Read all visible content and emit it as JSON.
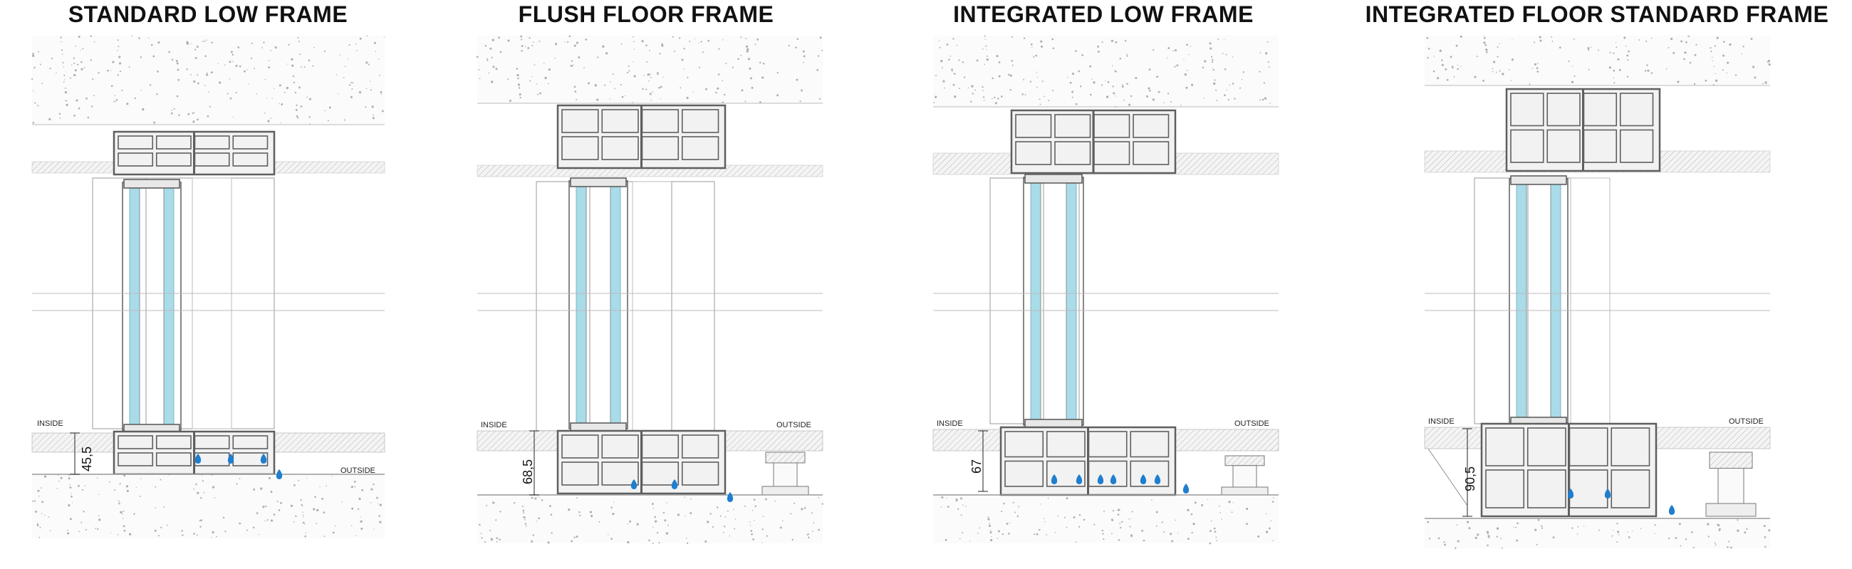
{
  "panels": [
    {
      "title": "STANDARD LOW FRAME",
      "inside_label": "INSIDE",
      "outside_label": "OUTSIDE",
      "dimension": "45,5",
      "variant": "standard-low"
    },
    {
      "title": "FLUSH FLOOR FRAME",
      "inside_label": "INSIDE",
      "outside_label": "OUTSIDE",
      "dimension": "68,5",
      "variant": "flush-floor"
    },
    {
      "title": "INTEGRATED LOW FRAME",
      "inside_label": "INSIDE",
      "outside_label": "OUTSIDE",
      "dimension": "67",
      "variant": "integrated-low"
    },
    {
      "title": "INTEGRATED FLOOR STANDARD FRAME",
      "inside_label": "INSIDE",
      "outside_label": "OUTSIDE",
      "dimension": "90,5",
      "variant": "integrated-floor-standard"
    }
  ],
  "colors": {
    "glass": "#a9dbe8",
    "profile": "#5f5f5f",
    "drop": "#1f7ecf",
    "hatch": "#b5b5b5",
    "concrete_dots": "#b0b0b0"
  }
}
